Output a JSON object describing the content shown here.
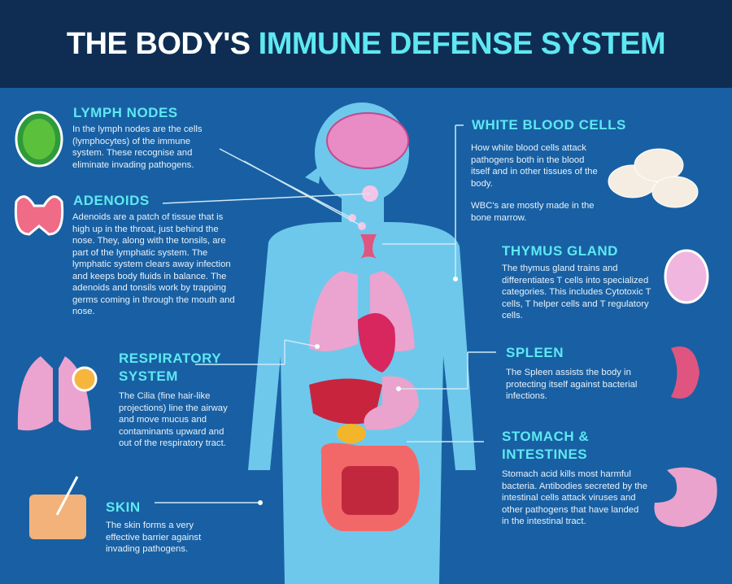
{
  "title": {
    "part1": "THE BODY'S",
    "part2": "IMMUNE DEFENSE SYSTEM"
  },
  "sections": {
    "lymph": {
      "heading": "LYMPH NODES",
      "text": "In the lymph nodes are the cells (lymphocytes) of the immune system. These recognise and eliminate invading pathogens."
    },
    "adenoids": {
      "heading": "ADENOIDS",
      "text": "Adenoids are a patch of tissue that is high up in the throat, just behind the nose. They, along with the tonsils, are part of the lymphatic system. The lymphatic system clears away infection and keeps body fluids in balance. The adenoids and tonsils work by trapping germs coming in through the mouth and nose."
    },
    "respiratory": {
      "heading": "RESPIRATORY SYSTEM",
      "text": "The Cilia (fine hair-like projections) line the airway and move mucus and contaminants upward and out of the respiratory tract."
    },
    "skin": {
      "heading": "SKIN",
      "text": "The skin forms a very effective barrier against invading pathogens."
    },
    "wbc": {
      "heading": "WHITE BLOOD CELLS",
      "text": "How white blood cells attack pathogens both in the blood itself and in other tissues of the body.",
      "text2": "WBC's are mostly made in the bone marrow."
    },
    "thymus": {
      "heading": "THYMUS GLAND",
      "text": "The thymus gland trains and differentiates T cells into specialized categories. This includes Cytotoxic T cells, T helper cells and T regulatory cells."
    },
    "spleen": {
      "heading": "SPLEEN",
      "text": "The Spleen assists the body in protecting itself against bacterial infections."
    },
    "stomach": {
      "heading": "STOMACH & INTESTINES",
      "text": "Stomach acid kills most harmful bacteria. Antibodies secreted by the intestinal cells attack viruses and other pathogens that have landed in the intestinal tract."
    }
  },
  "colors": {
    "background": "#1860a3",
    "header": "#0f2d52",
    "accent": "#5ee8f2",
    "body": "#6ec8ec"
  }
}
